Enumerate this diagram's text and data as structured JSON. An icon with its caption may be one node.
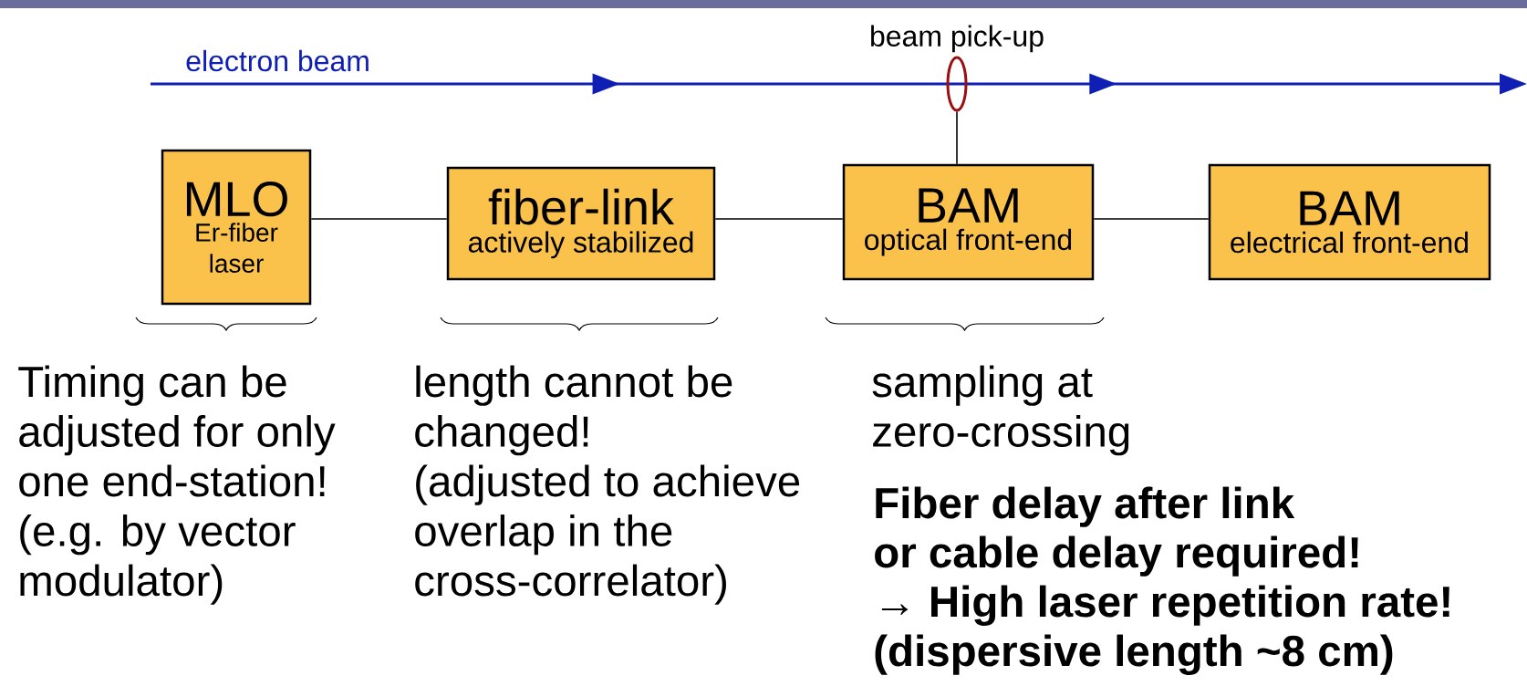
{
  "diagram": {
    "nodes": [
      {
        "text": [
          "MLO",
          "Er-fiber laser"
        ],
        "beside": [
          "Timing can be adjusted for only one end-station! (e.g. by vector modulator)"
        ]
      },
      {
        "text": [
          "fiber-link",
          "actively stabilized"
        ],
        "beside": [
          "length cannot be changed!",
          "(adjusted to achieve overlap in the cross-correlator)"
        ]
      },
      {
        "text": [
          "BAM",
          "optical front-end"
        ],
        "beside": [
          "sampling at zero-crossing",
          "Fiber delay after link",
          "or cable delay required!",
          "→ High laser repetition rate!",
          "(dispersive length ~8 cm)"
        ]
      },
      {
        "text": [
          "BAM",
          "electrical front-end"
        ]
      },
      {
        "text": [
          "beam pick-up"
        ]
      }
    ],
    "edges": [
      {
        "from": 0,
        "to": 1,
        "arrow": "none"
      },
      {
        "from": 1,
        "to": 2,
        "arrow": "none"
      },
      {
        "from": 2,
        "to": 3,
        "arrow": "none"
      },
      {
        "from": 4,
        "to": 2,
        "arrow": "none"
      }
    ],
    "labels": [
      "electron beam"
    ]
  }
}
